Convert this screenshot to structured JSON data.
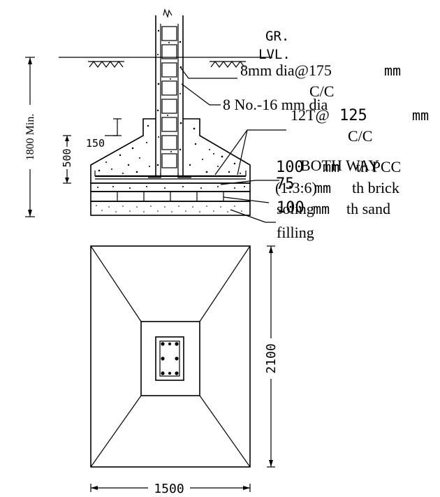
{
  "section": {
    "ground_label_1": "GR.",
    "ground_label_2": "LVL.",
    "tie_bar_label_1": "8mm dia@175",
    "tie_bar_label_2": "mm",
    "tie_bar_label_3": "C/C",
    "main_bar_label_1": "8 No.-16 mm dia",
    "base_bar_label_1": "12T@",
    "base_bar_label_2": "125",
    "base_bar_label_3": "mm",
    "base_bar_label_4": "C/C",
    "base_bar_label_5": "BOTH WAY",
    "pcc_label_1": "100",
    "pcc_label_2": "mm",
    "pcc_label_3": "th PCC",
    "pcc_label_4": "(1:3:6)",
    "brick_label_1": "75",
    "brick_label_2": "mm",
    "brick_label_3": "th brick",
    "brick_label_4": "soling",
    "sand_label_1": "100",
    "sand_label_2": "mm",
    "sand_label_3": "th sand",
    "sand_label_4": "filling",
    "dim_depth": "1800 Min.",
    "dim_500": "500",
    "dim_150": "150"
  },
  "plan": {
    "dim_length": "2100",
    "dim_width": "1500"
  }
}
